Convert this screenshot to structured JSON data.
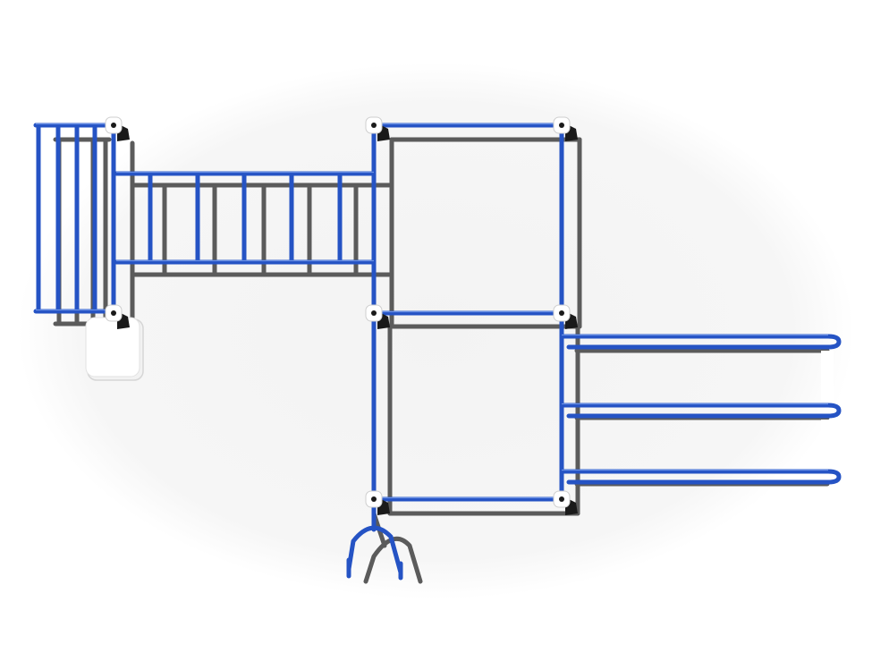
{
  "scene": {
    "type": "playground-equipment-top-view",
    "colors": {
      "background": "#ffffff",
      "ground_halo": "#f4f4f4",
      "pipe": "#2553c4",
      "pipe_highlight": "#6f97ea",
      "shadow": "#5b5b5b",
      "post_cap": "#ffffff",
      "post_base": "#1a1a1a"
    },
    "components": [
      "ladder",
      "horizontal-ladder-bridge",
      "upper-platform-frame",
      "lower-platform-frame",
      "triple-rail-slide",
      "entry-handle-loop",
      "corner-posts",
      "floor-panel"
    ]
  }
}
